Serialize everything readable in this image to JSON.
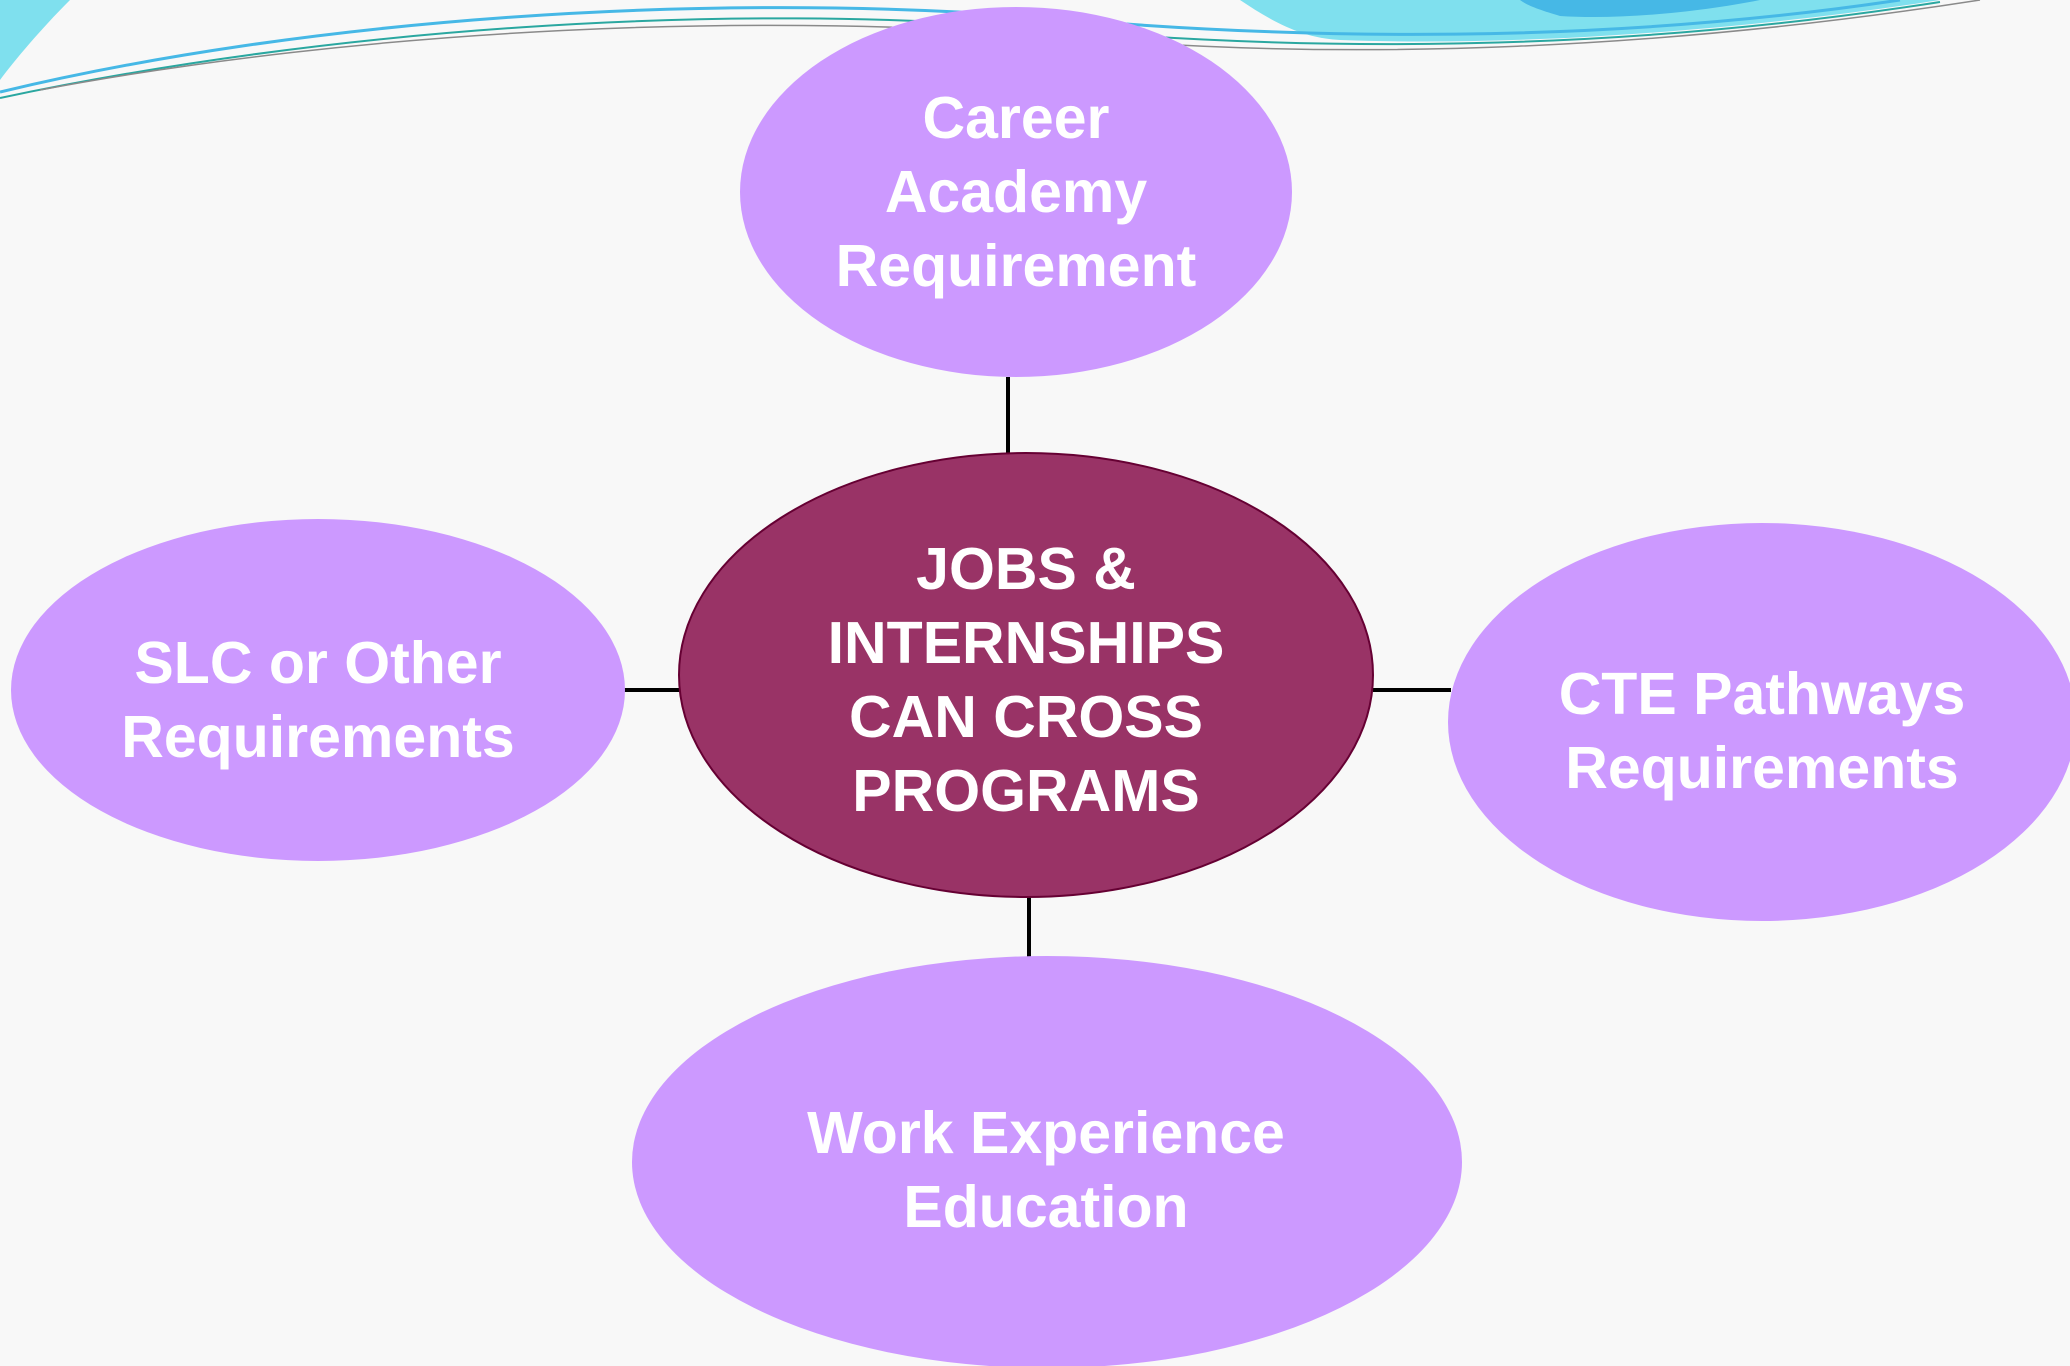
{
  "colors": {
    "background": "#f8f8f8",
    "outer_node_fill": "#cc99ff",
    "center_node_fill": "#993366",
    "center_node_stroke": "#660033",
    "connector": "#000000",
    "text": "#ffffff",
    "wave_light": "#7fe0ee",
    "wave_blue": "#46b8e6",
    "wave_teal": "#2aa7a0"
  },
  "center_node": {
    "lines": [
      "JOBS &",
      "INTERNSHIPS",
      "CAN CROSS",
      "PROGRAMS"
    ]
  },
  "outer_nodes": {
    "top": {
      "lines": [
        "Career",
        "Academy",
        "Requirement"
      ]
    },
    "left": {
      "lines": [
        "SLC or Other",
        "Requirements"
      ]
    },
    "right": {
      "lines": [
        "CTE Pathways",
        "Requirements"
      ]
    },
    "bottom": {
      "lines": [
        "Work Experience",
        "Education"
      ]
    }
  }
}
